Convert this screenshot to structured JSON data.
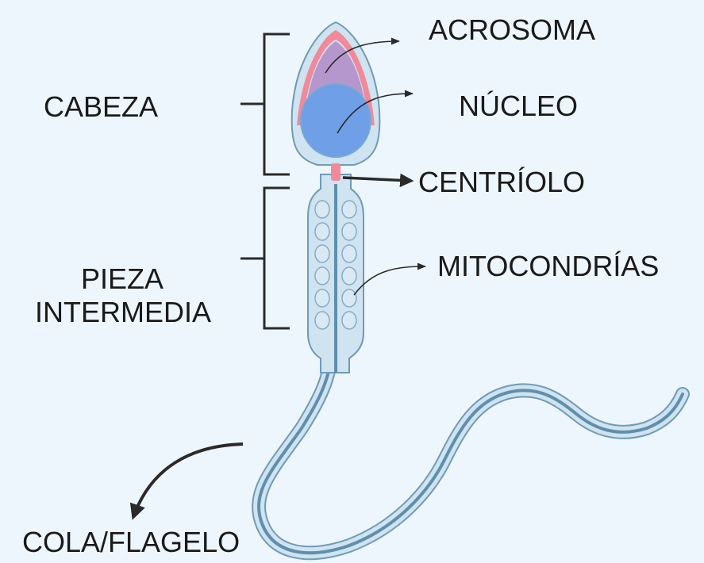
{
  "labels": {
    "acrosoma": "ACROSOMA",
    "nucleo": "NÚCLEO",
    "centriolo": "CENTRÍOLO",
    "mitocondrias": "MITOCONDRÍAS",
    "cabeza": "CABEZA",
    "pieza_line1": "PIEZA",
    "pieza_line2": "INTERMEDIA",
    "cola": "COLA/FLAGELO"
  },
  "colors": {
    "background": "#eef6fd",
    "cell_fill": "#cfe3f0",
    "cell_outline": "#6f9bb5",
    "acrosome_pink": "#f08a9a",
    "acrosome_purple": "#b28ec9",
    "nucleus_blue": "#6f9fe6",
    "axial_filament": "#5f8fab",
    "bracket": "#2a2a2a"
  }
}
